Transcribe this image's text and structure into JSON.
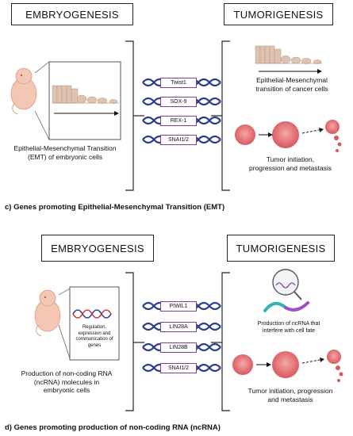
{
  "panel_c": {
    "left_header": "EMBRYOGENESIS",
    "right_header": "TUMORIGENESIS",
    "left_caption_1": "Epithelial-Mesenchymal Transition",
    "left_caption_2": "(EMT) of embryonic cells",
    "genes": [
      "Twist1",
      "SOX-9",
      "REX-1",
      "SNAI1/2"
    ],
    "right_caption_1_line1": "Epithelial-Mesenchymal",
    "right_caption_1_line2": "transition of cancer cells",
    "right_caption_2_line1": "Tumor initiation,",
    "right_caption_2_line2": "progression and metastasis",
    "title": "c) Genes promoting Epithelial-Mesenchymal Transition (EMT)"
  },
  "panel_d": {
    "left_header": "EMBRYOGENESIS",
    "right_header": "TUMORIGENESIS",
    "inset_line1": "Regulation,",
    "inset_line2": "expression and",
    "inset_line3": "communication of",
    "inset_line4": "genes",
    "left_caption_1": "Production of non-coding RNA",
    "left_caption_2": "(ncRNA) molecules in",
    "left_caption_3": "embryonic cells",
    "genes": [
      "PIWIL1",
      "LIN28A",
      "LIN28B",
      "SNAI1/2"
    ],
    "right_caption_1_line1": "Production of ncRNA that",
    "right_caption_1_line2": "interfere with cell fate",
    "right_caption_2_line1": "Tumor initiation, progression",
    "right_caption_2_line2": "and metastasis",
    "title": "d) Genes promoting production of non-coding RNA (ncRNA)"
  },
  "colors": {
    "dna_blue": "#2b3f8c",
    "gene_border": "#7a3f9a",
    "tumor_pink": "#e8757a",
    "skin": "#f3c7b4",
    "cell_tan": "#ddc3b0"
  },
  "icons": [
    "embryo-icon",
    "epithelial-cells-icon",
    "dna-helix-icon",
    "tumor-cell-icon",
    "rna-strand-icon",
    "magnifier-icon"
  ]
}
